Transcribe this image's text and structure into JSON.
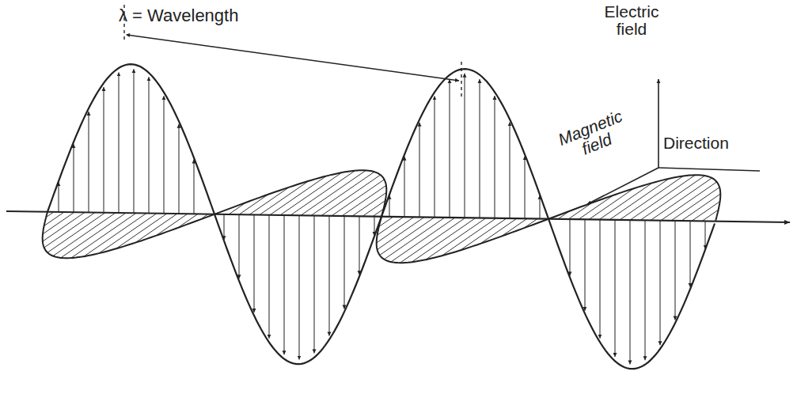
{
  "diagram": {
    "labels": [
      "λ = Wavelength",
      "Electric field",
      "Magnetic field",
      "Direction"
    ]
  }
}
